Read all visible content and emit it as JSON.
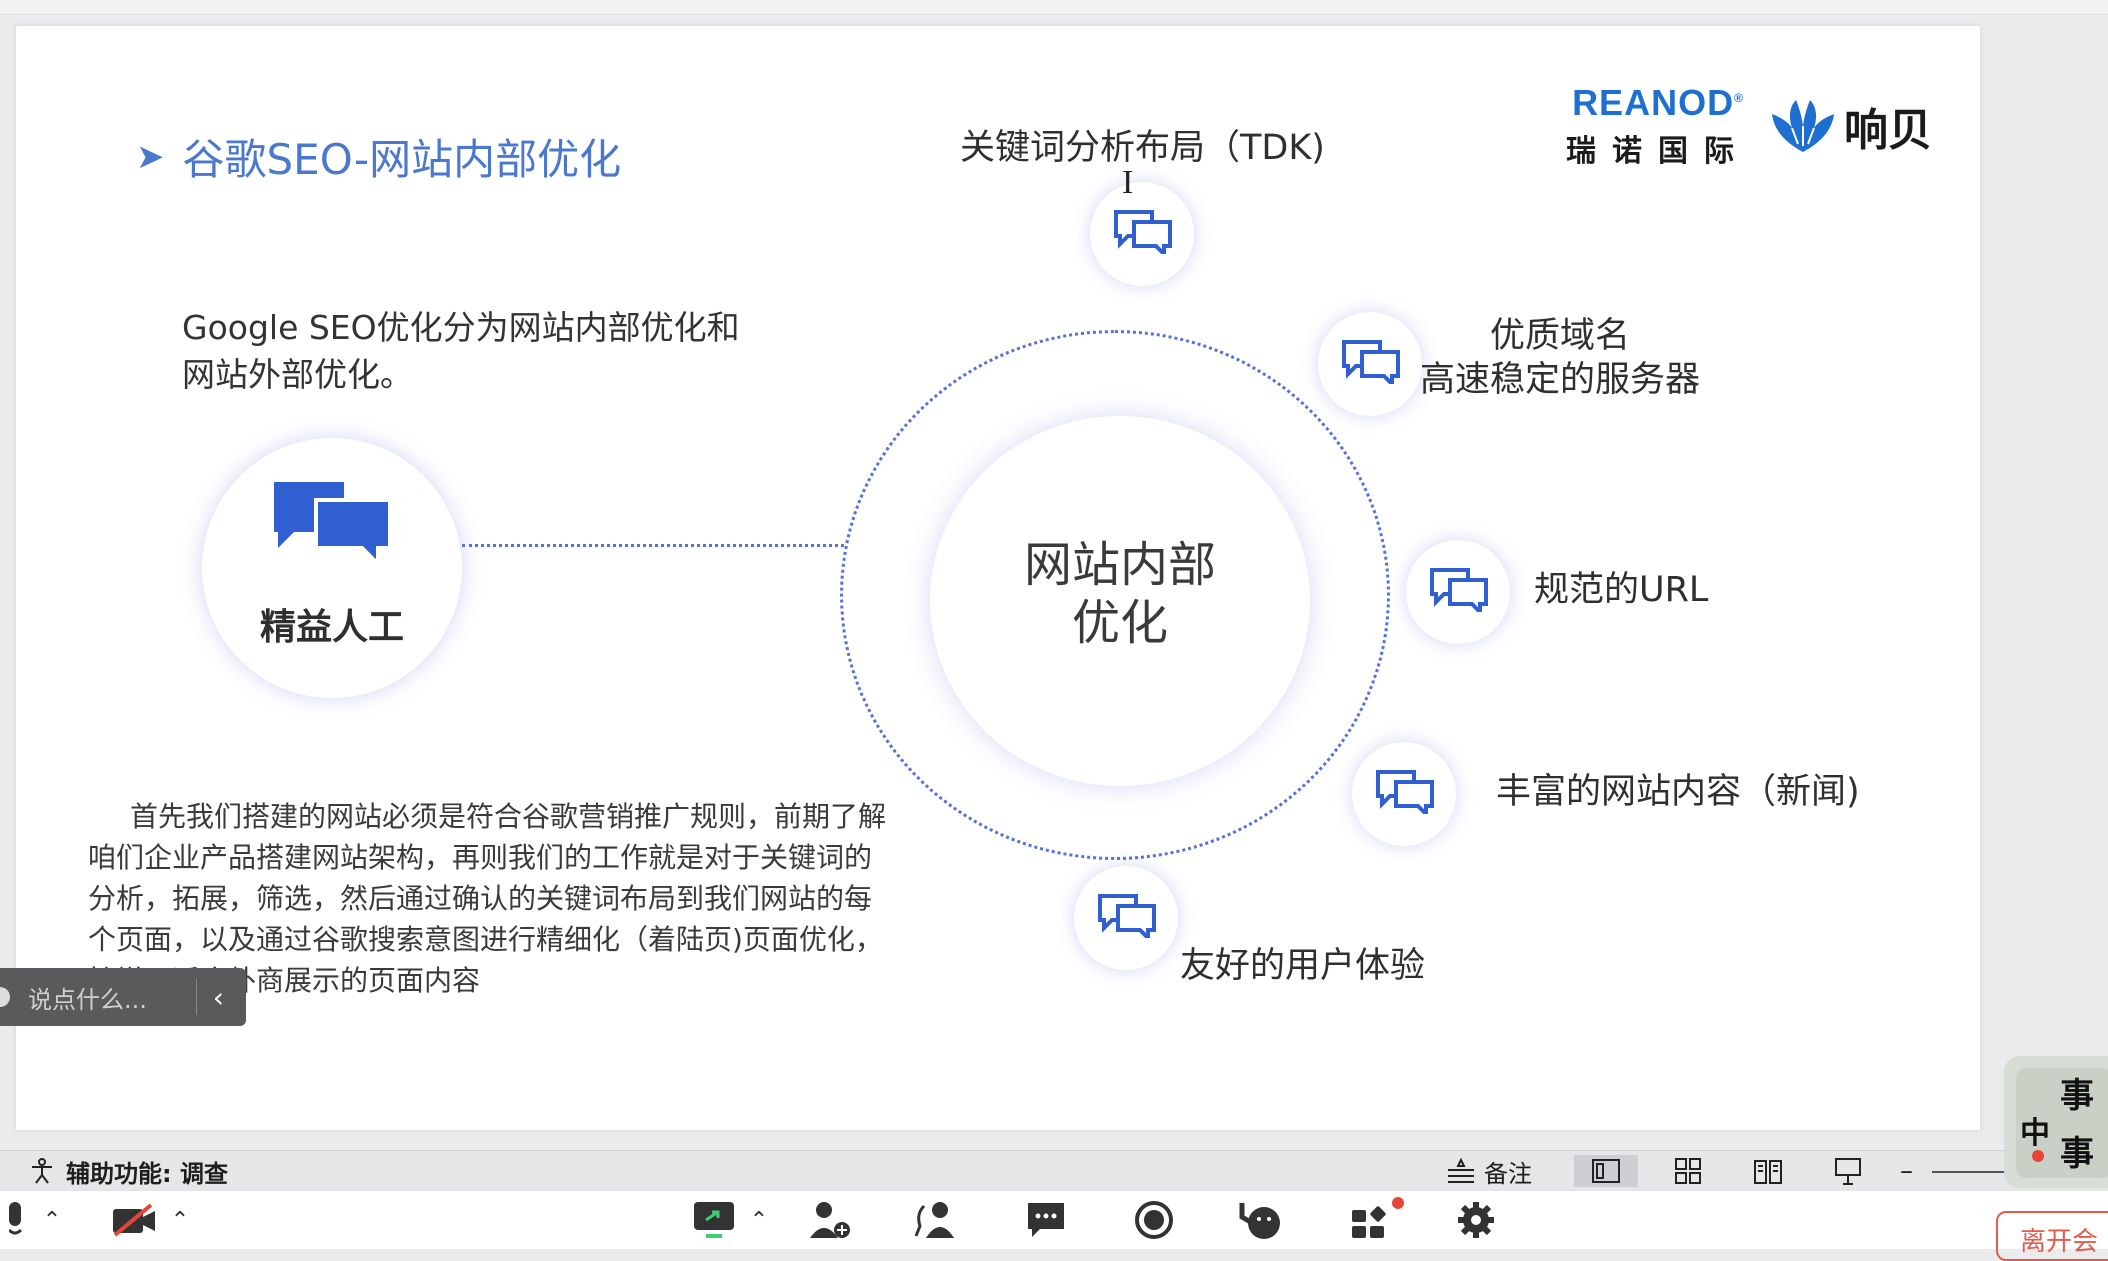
{
  "slide": {
    "title": "谷歌SEO-网站内部优化",
    "title_arrow": "➤",
    "logo": {
      "brand_en": "REANOD",
      "brand_reg": "®",
      "brand_cn": "瑞诺国际",
      "partner": "响贝"
    },
    "intro_text": "Google SEO优化分为网站内部优化和网站外部优化。",
    "left_circle_label": "精益人工",
    "center_text_line1": "网站内部",
    "center_text_line2": "优化",
    "nodes": [
      {
        "label": "关键词分析布局（TDK)"
      },
      {
        "label_line1": "优质域名",
        "label_line2": "高速稳定的服务器"
      },
      {
        "label": "规范的URL"
      },
      {
        "label": "丰富的网站内容（新闻)"
      },
      {
        "label": "友好的用户体验"
      }
    ],
    "paragraph": "首先我们搭建的网站必须是符合谷歌营销推广规则，前期了解咱们企业产品搭建网站架构，再则我们的工作就是对于关键词的分析，拓展，筛选，然后通过确认的关键词布局到我们网站的每个页面，以及通过谷歌搜索意图进行精细化（着陆页)页面优化，扩增更适合外商展示的页面内容",
    "cursor_glyph": "I"
  },
  "chat": {
    "placeholder": "说点什么...",
    "collapse_glyph": "‹"
  },
  "statusbar": {
    "accessibility": "辅助功能: 调查",
    "notes": "备注",
    "zoom_minus": "–"
  },
  "thumbnail": {
    "chars": [
      "事",
      "中",
      "事"
    ]
  },
  "toolbar": {
    "leave": "离开会"
  },
  "colors": {
    "title_blue": "#4a78cf",
    "ring_blue": "#5473d6",
    "icon_blue": "#2f5fd0",
    "leave_red": "#e35b4b",
    "badge_red": "#e8443a"
  },
  "icons": [
    "chat-bubbles-icon",
    "accessibility-icon",
    "notes-icon",
    "mic-icon",
    "camera-off-icon",
    "share-screen-icon",
    "add-user-icon",
    "participants-icon",
    "chat-icon",
    "record-icon",
    "raise-hand-icon",
    "apps-icon",
    "settings-icon"
  ]
}
